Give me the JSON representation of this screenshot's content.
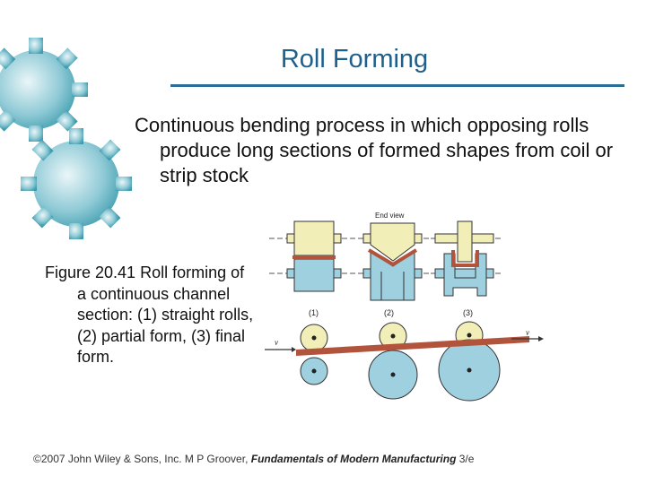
{
  "slide": {
    "title": "Roll Forming",
    "bullet": "Continuous bending process in which opposing rolls produce long sections of formed shapes from coil or strip stock",
    "caption": "Figure 20.41  Roll forming of a continuous channel section: (1) straight rolls, (2) partial form, (3) final form."
  },
  "figure": {
    "end_view_label": "End view",
    "stage_labels": [
      "(1)",
      "(2)",
      "(3)"
    ],
    "velocity_in_label": "v",
    "velocity_out_label": "v"
  },
  "footer": {
    "copyright": "©2007 John Wiley & Sons, Inc.  M P Groover, ",
    "book_title": "Fundamentals of Modern Manufacturing",
    "edition": " 3/e"
  },
  "colors": {
    "title": "#1f5f8b",
    "gear": "#2a8fa3",
    "upper_roll": "#f2eeb8",
    "lower_roll": "#9fd0e0",
    "strip": "#b2543c"
  }
}
